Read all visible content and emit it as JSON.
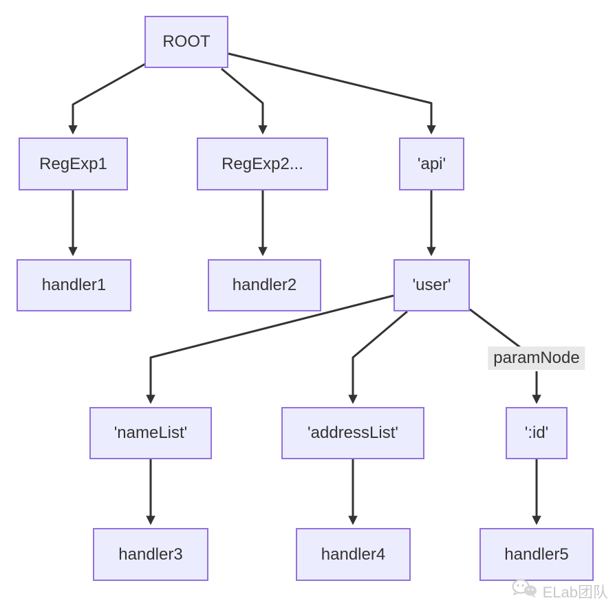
{
  "diagram": {
    "type": "flowchart-tree",
    "colors": {
      "node_fill": "#ececff",
      "node_border": "#9370db",
      "node_text": "#333333",
      "edge": "#333333",
      "edge_label_bg": "#e8e8e8",
      "background": "#ffffff",
      "watermark": "#c9c9c9"
    },
    "nodes": [
      {
        "id": "root",
        "label": "ROOT"
      },
      {
        "id": "regexp1",
        "label": "RegExp1"
      },
      {
        "id": "regexp2",
        "label": "RegExp2..."
      },
      {
        "id": "api",
        "label": "'api'"
      },
      {
        "id": "handler1",
        "label": "handler1"
      },
      {
        "id": "handler2",
        "label": "handler2"
      },
      {
        "id": "user",
        "label": "'user'"
      },
      {
        "id": "nameList",
        "label": "'nameList'"
      },
      {
        "id": "addressList",
        "label": "'addressList'"
      },
      {
        "id": "paramId",
        "label": "':id'"
      },
      {
        "id": "handler3",
        "label": "handler3"
      },
      {
        "id": "handler4",
        "label": "handler4"
      },
      {
        "id": "handler5",
        "label": "handler5"
      }
    ],
    "edges": [
      {
        "from": "root",
        "to": "regexp1",
        "label": ""
      },
      {
        "from": "root",
        "to": "regexp2",
        "label": ""
      },
      {
        "from": "root",
        "to": "api",
        "label": ""
      },
      {
        "from": "regexp1",
        "to": "handler1",
        "label": ""
      },
      {
        "from": "regexp2",
        "to": "handler2",
        "label": ""
      },
      {
        "from": "api",
        "to": "user",
        "label": ""
      },
      {
        "from": "user",
        "to": "nameList",
        "label": ""
      },
      {
        "from": "user",
        "to": "addressList",
        "label": ""
      },
      {
        "from": "user",
        "to": "paramId",
        "label": "paramNode"
      },
      {
        "from": "nameList",
        "to": "handler3",
        "label": ""
      },
      {
        "from": "addressList",
        "to": "handler4",
        "label": ""
      },
      {
        "from": "paramId",
        "to": "handler5",
        "label": ""
      }
    ]
  },
  "watermark": {
    "icon": "wechat-icon",
    "text": "ELab团队"
  }
}
